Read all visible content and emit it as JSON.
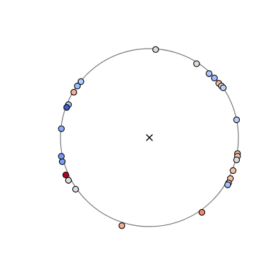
{
  "chart_data": {
    "type": "scatter",
    "title": "",
    "xlabel": "",
    "ylabel": "",
    "grid": false,
    "legend": "none",
    "axes_visible": false,
    "aspect": "equal",
    "xlim": [
      -1.1,
      1.1
    ],
    "ylim": [
      -1.1,
      1.1
    ],
    "circle": {
      "center": [
        0,
        0
      ],
      "radius": 1.0,
      "color": "#777777"
    },
    "center_marker": {
      "x": 0,
      "y": 0,
      "symbol": "x",
      "color": "#000000"
    },
    "marker_edge_color": "#000000",
    "colormap": "coolwarm",
    "points": [
      {
        "x": 0.07,
        "y": 0.99,
        "color": "#dcdddd"
      },
      {
        "x": 0.53,
        "y": 0.83,
        "color": "#dcdddd"
      },
      {
        "x": 0.67,
        "y": 0.72,
        "color": "#aac7fd"
      },
      {
        "x": 0.73,
        "y": 0.67,
        "color": "#9ebeff"
      },
      {
        "x": 0.78,
        "y": 0.61,
        "color": "#f7b89c"
      },
      {
        "x": 0.81,
        "y": 0.58,
        "color": "#dcdddd"
      },
      {
        "x": 0.83,
        "y": 0.56,
        "color": "#bbd1f8"
      },
      {
        "x": 0.98,
        "y": 0.2,
        "color": "#b9d0f9"
      },
      {
        "x": 0.99,
        "y": -0.18,
        "color": "#f5c1a9"
      },
      {
        "x": 0.99,
        "y": -0.21,
        "color": "#f3c7b1"
      },
      {
        "x": 0.98,
        "y": -0.25,
        "color": "#dcdddd"
      },
      {
        "x": 0.94,
        "y": -0.37,
        "color": "#f5c0a7"
      },
      {
        "x": 0.91,
        "y": -0.46,
        "color": "#f5c0a7"
      },
      {
        "x": 0.89,
        "y": -0.51,
        "color": "#f4c5ad"
      },
      {
        "x": 0.88,
        "y": -0.53,
        "color": "#a3c2fe"
      },
      {
        "x": 0.59,
        "y": -0.84,
        "color": "#f08b6e"
      },
      {
        "x": -0.31,
        "y": -0.99,
        "color": "#f7ad90"
      },
      {
        "x": -0.83,
        "y": -0.58,
        "color": "#dcdddd"
      },
      {
        "x": -0.91,
        "y": -0.48,
        "color": "#dcdddd"
      },
      {
        "x": -0.94,
        "y": -0.42,
        "color": "#b40426"
      },
      {
        "x": -0.98,
        "y": -0.27,
        "color": "#7b9ff9"
      },
      {
        "x": -0.99,
        "y": -0.21,
        "color": "#7699f6"
      },
      {
        "x": -0.99,
        "y": 0.1,
        "color": "#89acfd"
      },
      {
        "x": -0.91,
        "y": 0.37,
        "color": "#a5c3fe"
      },
      {
        "x": -0.93,
        "y": 0.34,
        "color": "#4358cb"
      },
      {
        "x": -0.85,
        "y": 0.51,
        "color": "#f7b194"
      },
      {
        "x": -0.77,
        "y": 0.63,
        "color": "#b1cbfc"
      },
      {
        "x": -0.81,
        "y": 0.58,
        "color": "#9dbdff"
      }
    ]
  }
}
